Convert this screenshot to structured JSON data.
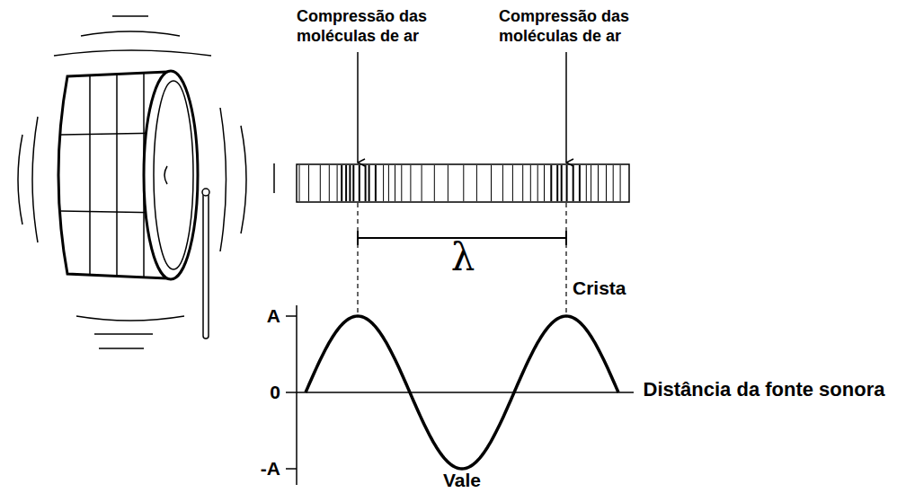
{
  "diagram": {
    "labels": [
      "Compressão das moléculas de ar",
      "Compressão das moléculas de ar",
      "λ",
      "Crista",
      "A",
      "0",
      "-A",
      "Distância da fonte sonora",
      "Vale"
    ]
  }
}
